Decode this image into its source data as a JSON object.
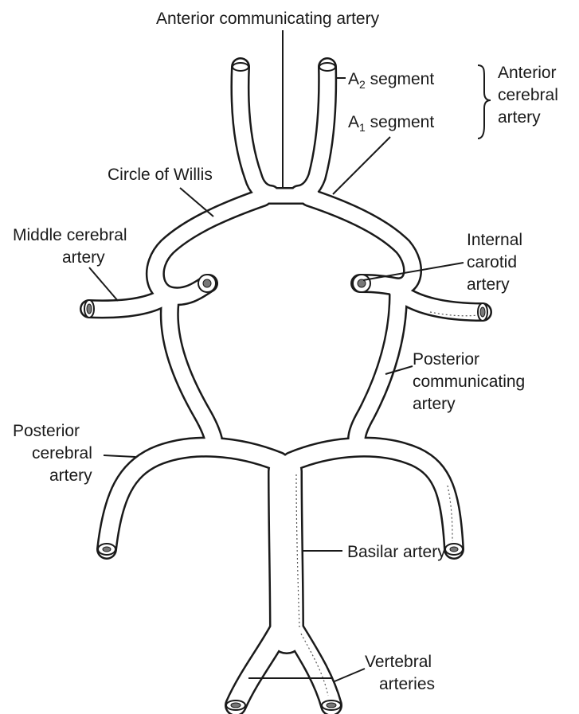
{
  "labels": {
    "anterior_communicating": "Anterior communicating artery",
    "a2_prefix": "A",
    "a2_sub": "2",
    "a2_suffix": " segment",
    "a1_prefix": "A",
    "a1_sub": "1",
    "a1_suffix": " segment",
    "anterior_cerebral_line1": "Anterior",
    "anterior_cerebral_line2": "cerebral",
    "anterior_cerebral_line3": "artery",
    "circle_of_willis": "Circle of Willis",
    "middle_cerebral_line1": "Middle cerebral",
    "middle_cerebral_line2": "artery",
    "internal_carotid_line1": "Internal",
    "internal_carotid_line2": "carotid",
    "internal_carotid_line3": "artery",
    "posterior_communicating_line1": "Posterior",
    "posterior_communicating_line2": "communicating",
    "posterior_communicating_line3": "artery",
    "posterior_cerebral_line1": "Posterior",
    "posterior_cerebral_line2": "cerebral",
    "posterior_cerebral_line3": "artery",
    "basilar": "Basilar artery",
    "vertebral_line1": "Vertebral",
    "vertebral_line2": "arteries"
  }
}
